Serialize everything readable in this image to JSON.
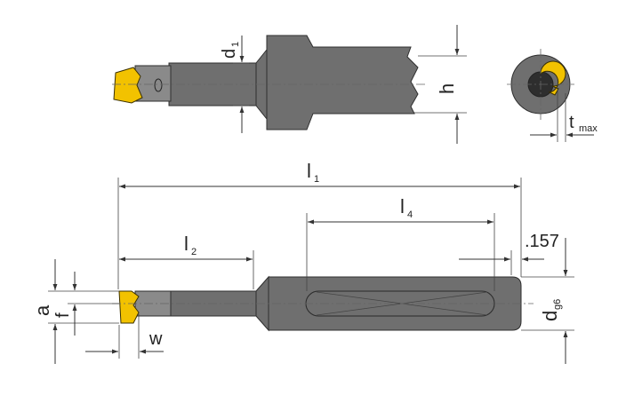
{
  "labels": {
    "d1": "d",
    "d1_sub": "1",
    "h": "h",
    "tmax": "t",
    "tmax_sub": "max",
    "l1": "l",
    "l1_sub": "1",
    "l2": "l",
    "l2_sub": "2",
    "l4": "l",
    "l4_sub": "4",
    "offset": ".157",
    "dg6": "d",
    "dg6_sub": "g6",
    "a": "a",
    "f": "f",
    "w": "w"
  },
  "colors": {
    "insert": "#f2c200",
    "body": "#6f6f6f",
    "line": "#333333"
  }
}
